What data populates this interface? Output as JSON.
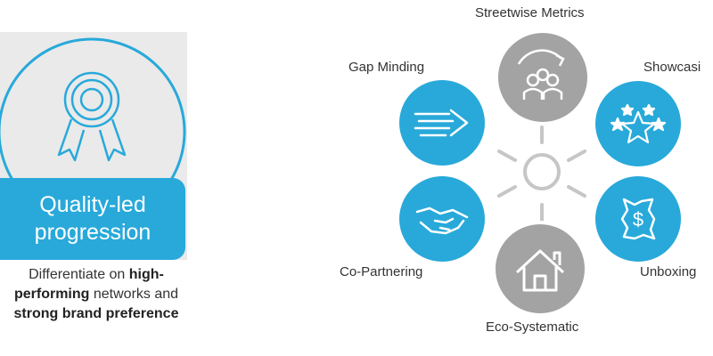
{
  "quality": {
    "banner_line1": "Quality-led",
    "banner_line2": "progression",
    "desc_part1": "Differentiate on ",
    "desc_bold1": "high-performing",
    "desc_part2": " networks and ",
    "desc_bold2": "strong brand preference",
    "icon": "award-ribbon-icon"
  },
  "hub": {
    "center_icon": "sun-icon",
    "nodes": [
      {
        "label": "Streetwise Metrics",
        "icon": "people-cycle-icon",
        "color": "#a3a3a3"
      },
      {
        "label": "Showcasi",
        "icon": "stars-icon",
        "color": "#28a9da"
      },
      {
        "label": "Unboxing",
        "icon": "money-box-icon",
        "color": "#28a9da"
      },
      {
        "label": "Eco-Systematic",
        "icon": "home-icon",
        "color": "#a3a3a3"
      },
      {
        "label": "Co-Partnering",
        "icon": "handshake-icon",
        "color": "#28a9da"
      },
      {
        "label": "Gap Minding",
        "icon": "arrow-speed-icon",
        "color": "#28a9da"
      }
    ]
  },
  "colors": {
    "blue": "#28a9da",
    "gray": "#a3a3a3",
    "spoke": "#c6c6c6"
  }
}
